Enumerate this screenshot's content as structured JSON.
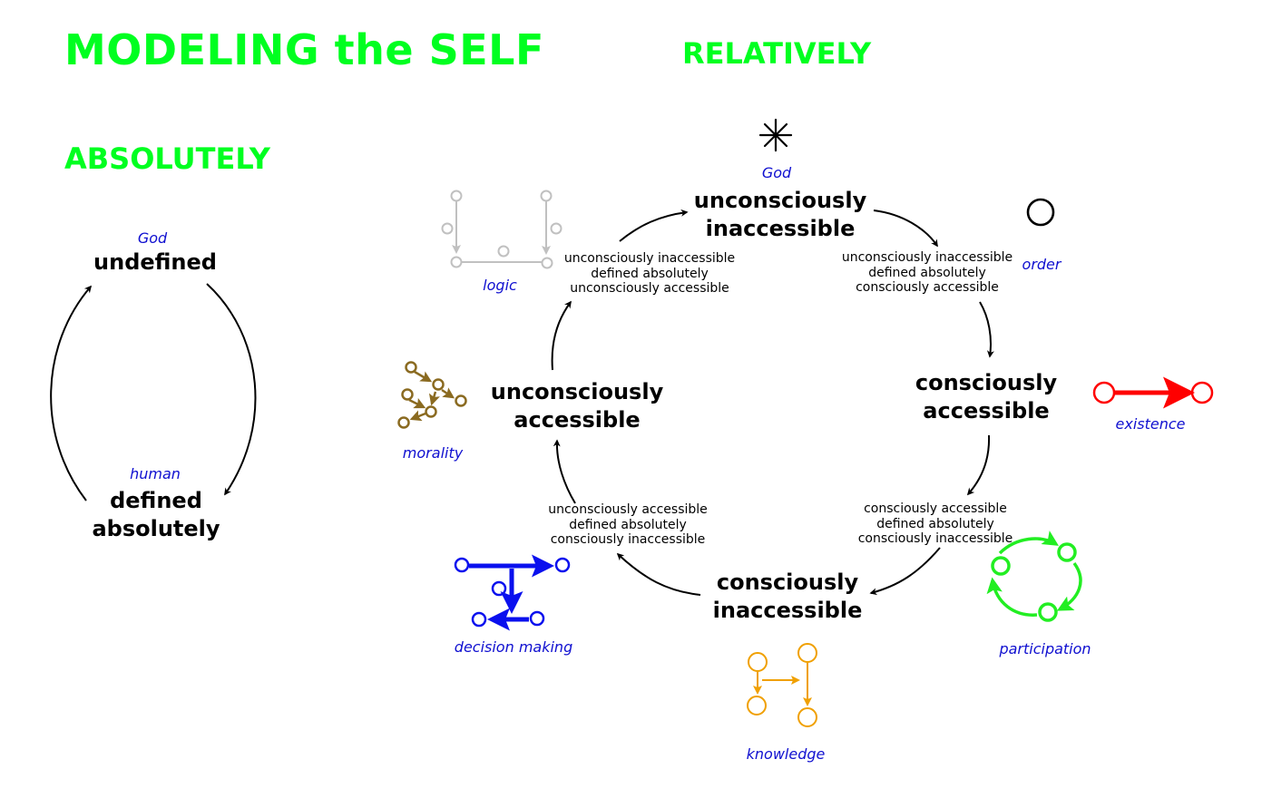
{
  "titles": {
    "main": "MODELING the SELF",
    "relatively": "RELATIVELY",
    "absolutely": "ABSOLUTELY"
  },
  "absolute_model": {
    "top": {
      "caption": "God",
      "label": "undefined"
    },
    "bottom": {
      "caption": "human",
      "line1": "defined",
      "line2": "absolutely"
    }
  },
  "relative_model": {
    "nodes": {
      "top": {
        "line1": "unconsciously",
        "line2": "inaccessible"
      },
      "right": {
        "line1": "consciously",
        "line2": "accessible"
      },
      "bottom": {
        "line1": "consciously",
        "line2": "inaccessible"
      },
      "left": {
        "line1": "unconsciously",
        "line2": "accessible"
      }
    },
    "transitions": {
      "top_left": [
        "unconsciously inaccessible",
        "defined absolutely",
        "unconsciously accessible"
      ],
      "top_right": [
        "unconsciously inaccessible",
        "defined absolutely",
        "consciously accessible"
      ],
      "bottom_right": [
        "consciously accessible",
        "defined absolutely",
        "consciously inaccessible"
      ],
      "bottom_left": [
        "unconsciously accessible",
        "defined absolutely",
        "consciously inaccessible"
      ]
    },
    "icons": {
      "god": {
        "caption": "God",
        "icon": "asterisk-icon",
        "color": "#000000"
      },
      "order": {
        "caption": "order",
        "icon": "circle-icon",
        "color": "#000000"
      },
      "existence": {
        "caption": "existence",
        "icon": "arrow-between-circles-icon",
        "color": "#ff0000"
      },
      "participation": {
        "caption": "participation",
        "icon": "cycle-icon",
        "color": "#22ee22"
      },
      "knowledge": {
        "caption": "knowledge",
        "icon": "knowledge-graph-icon",
        "color": "#f0a000"
      },
      "decision_making": {
        "caption": "decision making",
        "icon": "decision-graph-icon",
        "color": "#0a10ee"
      },
      "morality": {
        "caption": "morality",
        "icon": "morality-graph-icon",
        "color": "#8a6a20"
      },
      "logic": {
        "caption": "logic",
        "icon": "logic-graph-icon",
        "color": "#c0c0c0"
      }
    }
  }
}
